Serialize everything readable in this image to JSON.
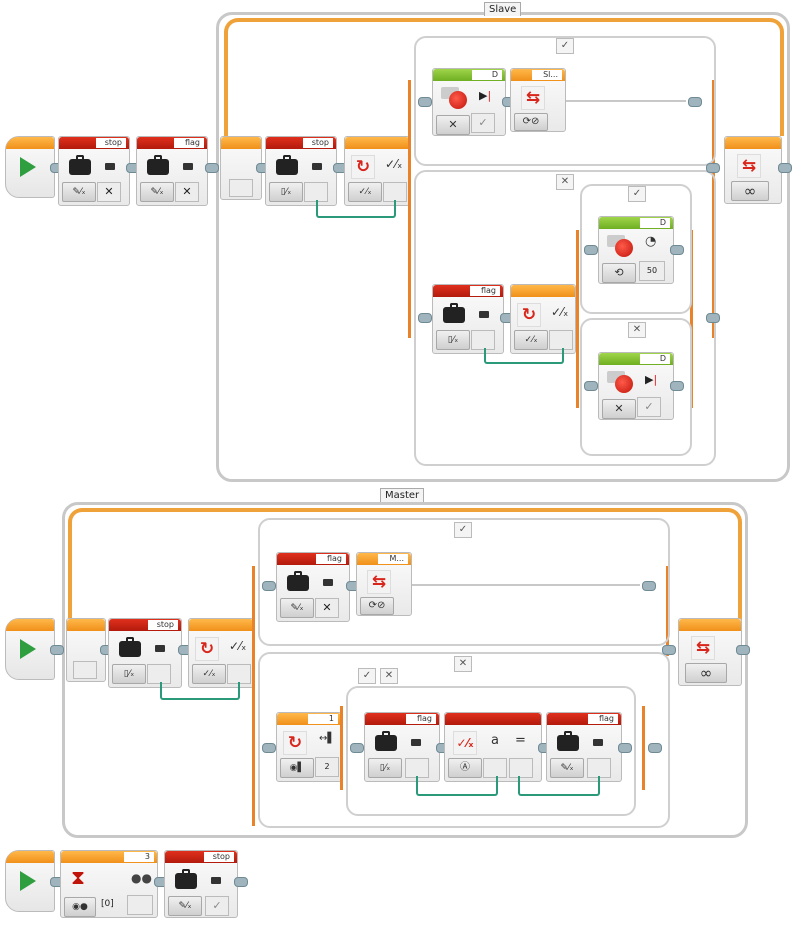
{
  "program": {
    "slave": {
      "loop_name": "Slave",
      "loop_count_mode": "∞",
      "blocks": [
        {
          "type": "start",
          "icon": "play-icon"
        },
        {
          "type": "variable",
          "mode": "write",
          "name": "stop",
          "value": "✕"
        },
        {
          "type": "variable",
          "mode": "write",
          "name": "flag",
          "value": "✕"
        },
        {
          "type": "variable",
          "mode": "read",
          "name": "stop"
        },
        {
          "type": "switch",
          "mode": "logic"
        }
      ],
      "switch_true": {
        "tab": "✓",
        "blocks": [
          {
            "type": "large-motor",
            "port": "D",
            "mode": "off",
            "brake": "✓"
          },
          {
            "type": "loop-interrupt",
            "name": "Sl..."
          }
        ]
      },
      "switch_false": {
        "tab": "✕",
        "blocks": [
          {
            "type": "variable",
            "mode": "read",
            "name": "flag"
          },
          {
            "type": "switch",
            "mode": "logic"
          }
        ],
        "inner_true": {
          "tab": "✓",
          "block": {
            "type": "large-motor",
            "port": "D",
            "mode": "on",
            "power": "50"
          }
        },
        "inner_false": {
          "tab": "✕",
          "block": {
            "type": "large-motor",
            "port": "D",
            "mode": "off",
            "brake": "✓"
          }
        }
      }
    },
    "master": {
      "loop_name": "Master",
      "loop_count_mode": "∞",
      "blocks": [
        {
          "type": "start",
          "icon": "play-icon"
        },
        {
          "type": "variable",
          "mode": "read",
          "name": "stop"
        },
        {
          "type": "switch",
          "mode": "logic"
        }
      ],
      "switch_true": {
        "tab": "✓",
        "blocks": [
          {
            "type": "variable",
            "mode": "write",
            "name": "flag",
            "value": "✕"
          },
          {
            "type": "loop-interrupt",
            "name": "M..."
          }
        ]
      },
      "switch_false": {
        "tab": "✕",
        "sensor_switch": {
          "port": "1",
          "value": "2",
          "tabs": [
            "✓",
            "✕"
          ]
        },
        "blocks": [
          {
            "type": "variable",
            "mode": "read",
            "name": "flag"
          },
          {
            "type": "logic-operations",
            "mode": "NOT",
            "label_a": "a",
            "label_eq": "="
          },
          {
            "type": "variable",
            "mode": "write",
            "name": "flag"
          }
        ]
      }
    },
    "third": {
      "blocks": [
        {
          "type": "start",
          "icon": "play-icon"
        },
        {
          "type": "wait",
          "port": "3",
          "value": "[0]"
        },
        {
          "type": "variable",
          "mode": "write",
          "name": "stop",
          "value": "✓"
        }
      ]
    }
  },
  "glyphs": {
    "check": "✓",
    "cross": "✕",
    "infinity": "∞",
    "logic_tf": "⁄",
    "switch_arrow": "↻"
  }
}
